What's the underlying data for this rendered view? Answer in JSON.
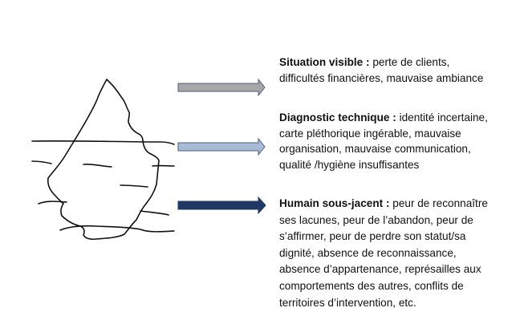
{
  "levels": [
    {
      "label": "Situation visible :",
      "lines": [
        "perte de clients,",
        "difficultés financières, mauvaise ambiance"
      ],
      "arrow_color": "#a6a6a6"
    },
    {
      "label": "Diagnostic technique :",
      "lines": [
        "identité incertaine,",
        "carte pléthorique ingérable, mauvaise",
        "organisation, mauvaise communication,",
        "qualité /hygiène insuffisantes"
      ],
      "arrow_color": "#a9b9d6"
    },
    {
      "label": "Humain sous-jacent :",
      "lines": [
        "peur de reconnaître",
        "ses lacunes, peur de l’abandon, peur de",
        "s’affirmer, peur de perdre son statut/sa",
        "dignité, absence de reconnaissance,",
        "absence d’appartenance, représailles aux",
        "comportements des autres, conflits de",
        "territoires d’intervention, etc."
      ],
      "arrow_color": "#1f3864"
    }
  ]
}
